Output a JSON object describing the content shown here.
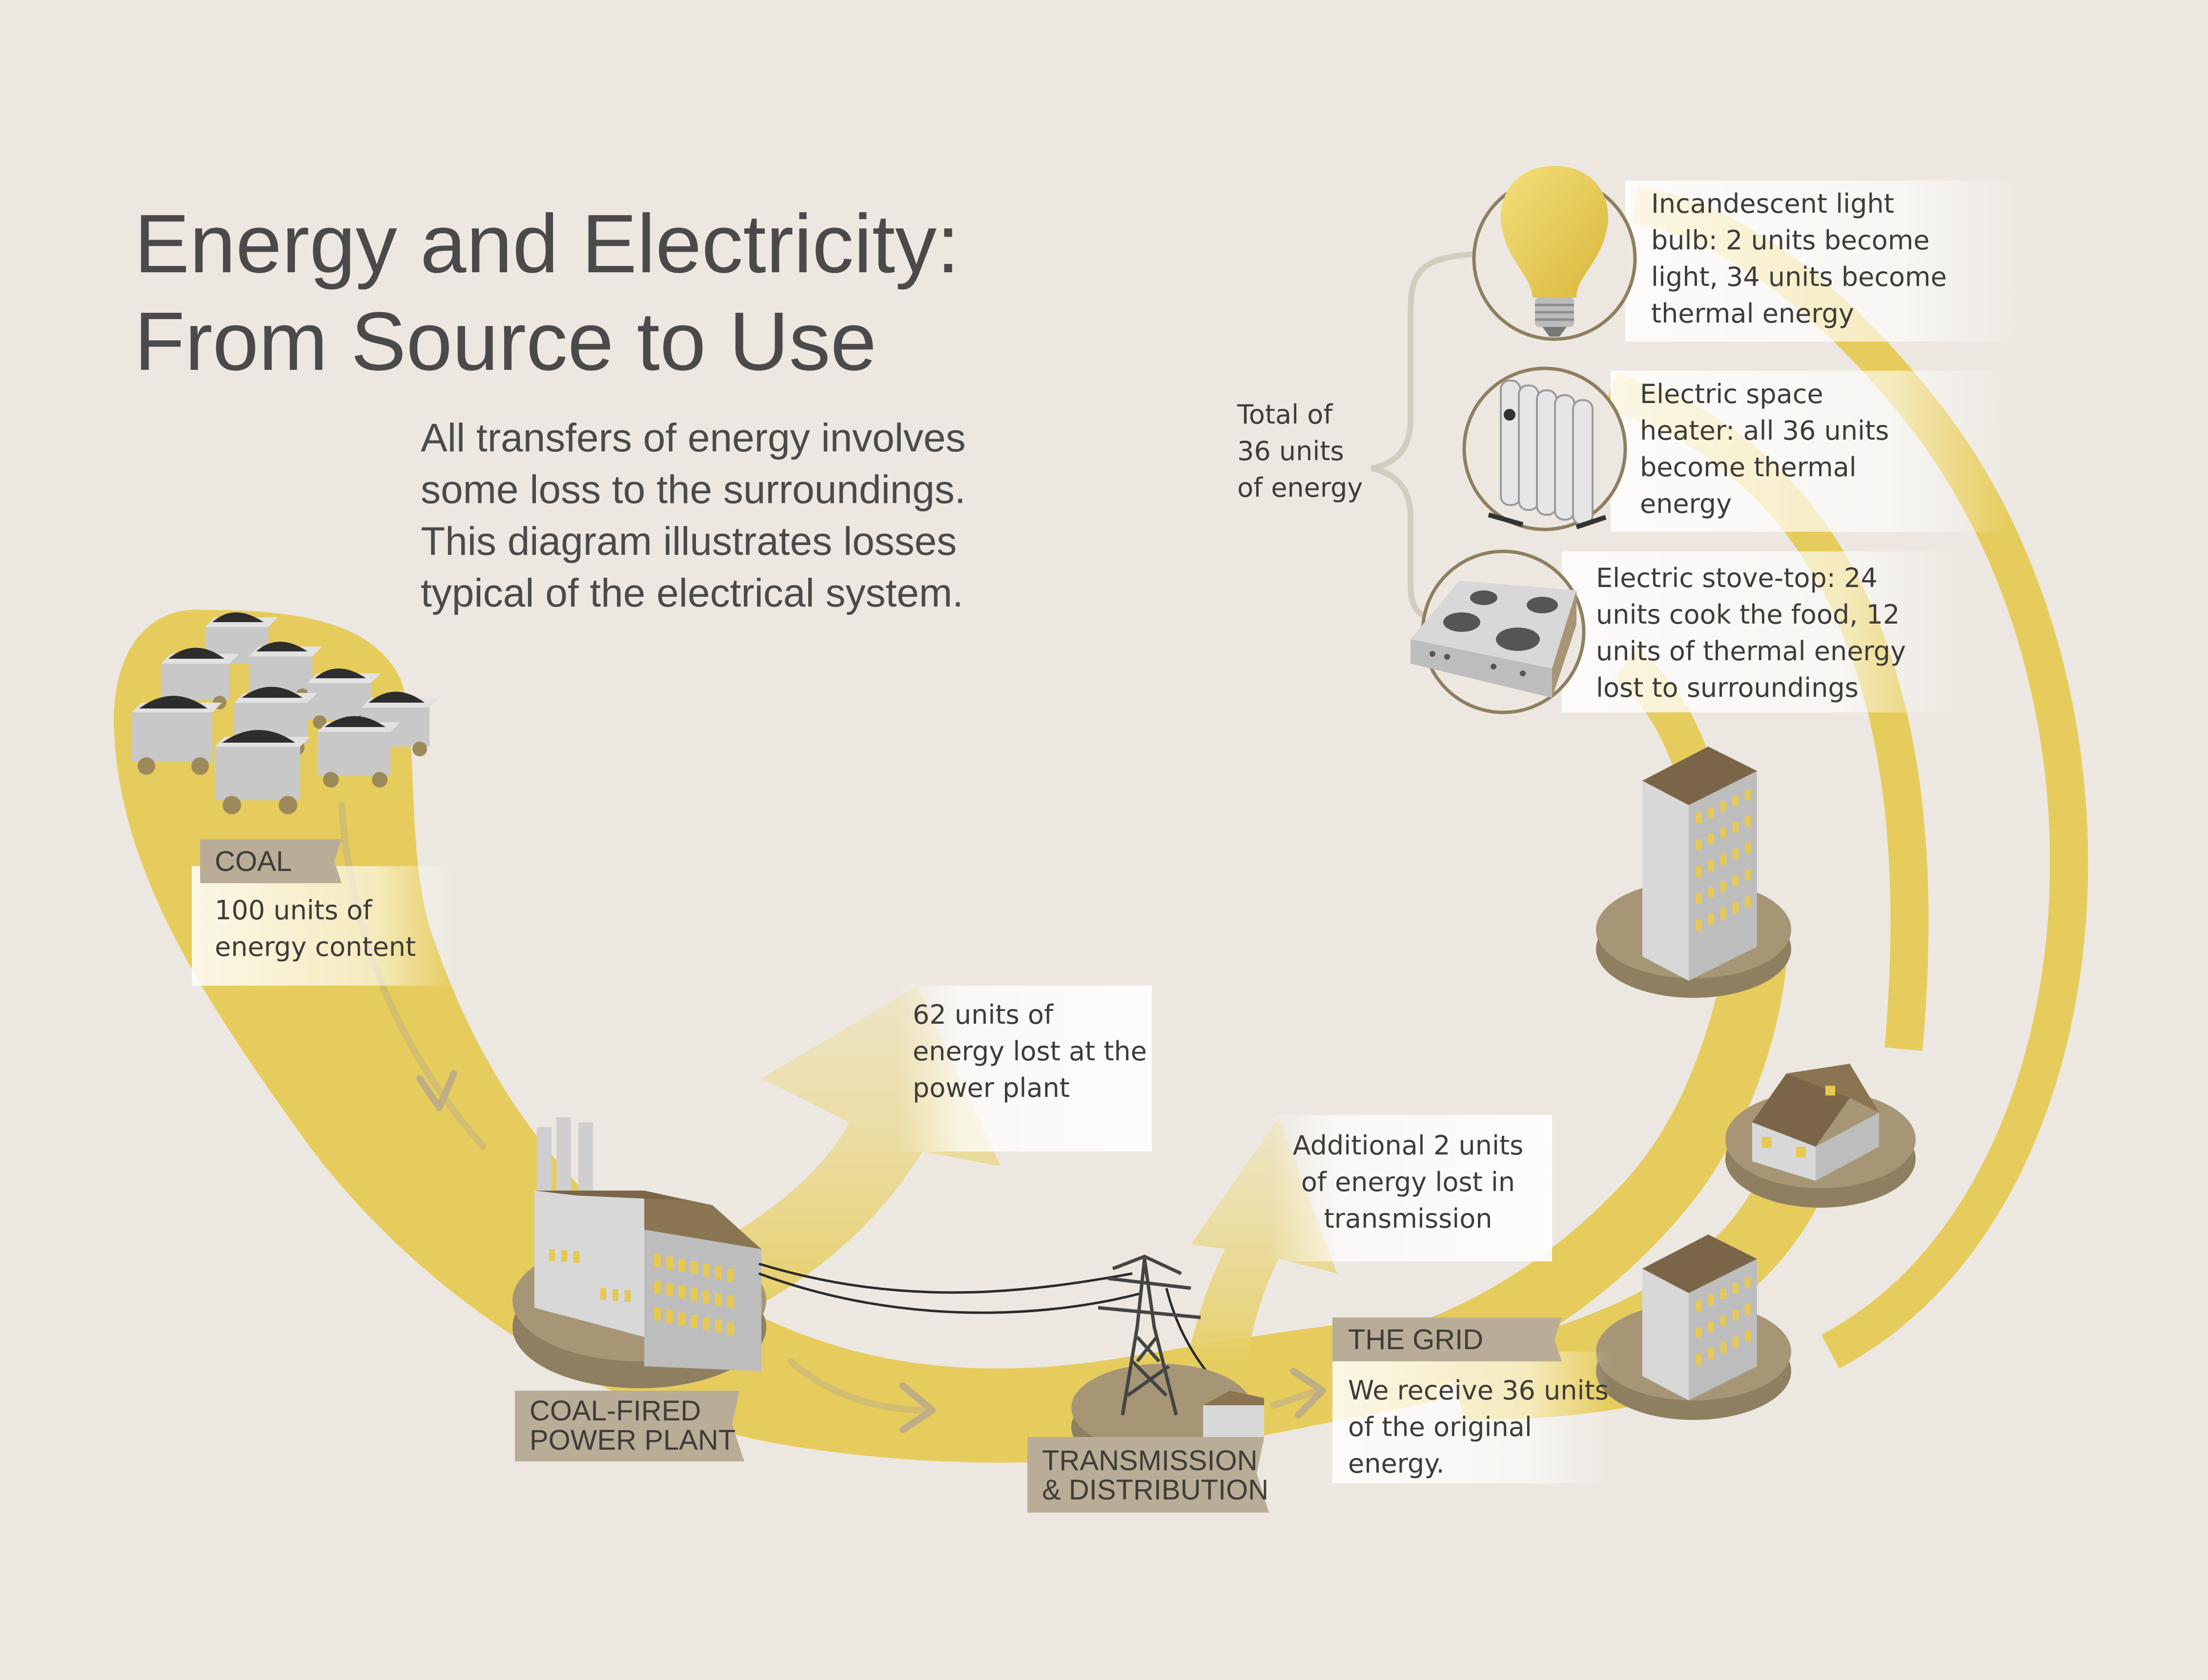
{
  "title": {
    "line1": "Energy and Electricity:",
    "line2": "From Source to Use"
  },
  "intro": {
    "line1": "All transfers of energy involves",
    "line2": "some loss to the surroundings.",
    "line3": "This diagram illustrates losses",
    "line4": "typical of the electrical system."
  },
  "coal": {
    "tag": "COAL",
    "text1": "100 units of",
    "text2": "energy content"
  },
  "power_plant": {
    "tag1": "COAL-FIRED",
    "tag2": "POWER PLANT"
  },
  "plant_loss": {
    "line1": "62 units of",
    "line2": "energy lost at the",
    "line3": "power plant"
  },
  "transmission_loss": {
    "line1": "Additional 2 units",
    "line2": "of energy lost in",
    "line3": "transmission"
  },
  "transmission": {
    "tag1": "TRANSMISSION",
    "tag2": "& DISTRIBUTION"
  },
  "grid": {
    "tag": "THE GRID",
    "text1": "We receive 36 units",
    "text2": "of the original",
    "text3": "energy."
  },
  "total": {
    "line1": "Total of",
    "line2": "36 units",
    "line3": "of energy"
  },
  "bulb": {
    "line1": "Incandescent light",
    "line2": "bulb: 2 units become",
    "line3": "light, 34 units become",
    "line4": "thermal energy"
  },
  "heater": {
    "line1": "Electric space",
    "line2": "heater: all 36 units",
    "line3": "become thermal",
    "line4": "energy"
  },
  "stove": {
    "line1": "Electric stove-top: 24",
    "line2": "units cook the food, 12",
    "line3": "units of thermal energy",
    "line4": "lost to surroundings"
  },
  "colors": {
    "background": "#ece8e1",
    "flow": "#e6cc5c",
    "tag": "#b9ad98",
    "text": "#3f3c38",
    "base": "#8e7f61"
  }
}
